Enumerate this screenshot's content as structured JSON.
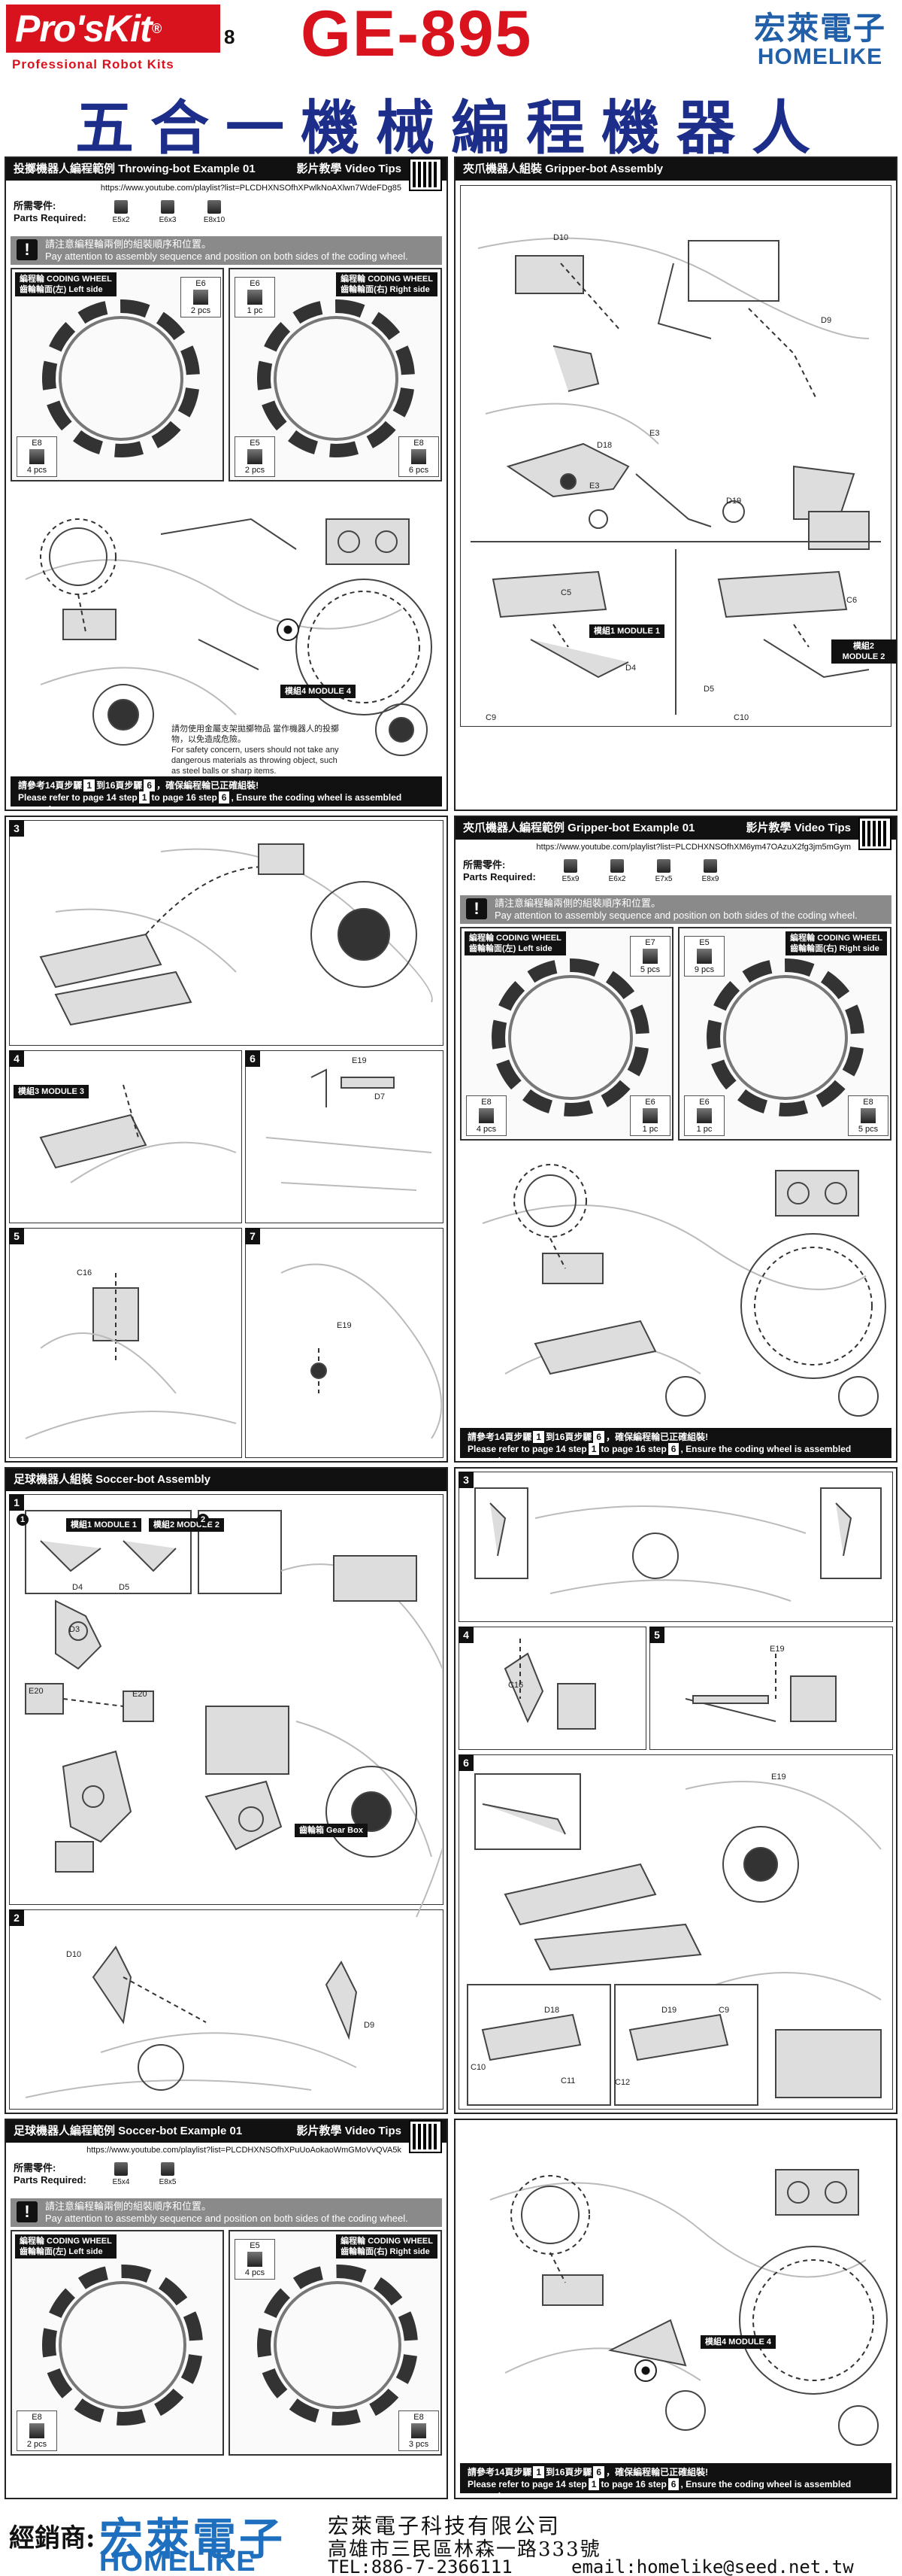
{
  "header": {
    "brand": "Pro'sKit",
    "brand_reg": "®",
    "brand_num": "8",
    "brand_sub": "Professional Robot Kits",
    "model": "GE-895",
    "homelike_cn": "宏萊電子",
    "homelike_en": "HOMELIKE",
    "title": "五合一機械編程機器人"
  },
  "common": {
    "parts_label_cn": "所需零件:",
    "parts_label_en": "Parts Required:",
    "notice_cn": "請注意編程輪兩側的組裝順序和位置。",
    "notice_en": "Pay attention to assembly sequence and position on both sides of the coding wheel.",
    "coding_wheel": "編程輪 CODING WHEEL",
    "left_side": "齒輪輪面(左) Left side",
    "right_side": "齒輪輪面(右) Right side",
    "footer_cn_a": "請參考14頁步驟",
    "footer_cn_b": "到16頁步驟",
    "footer_cn_c": "，確保編程輪已正確組裝!",
    "footer_en_a": "Please refer to page 14 step",
    "footer_en_b": "to page 16 step",
    "footer_en_c": ", Ensure the coding wheel is assembled correctly.",
    "step_a": "1",
    "step_b": "6"
  },
  "throwing": {
    "title": "投擲機器人編程範例 Throwing-bot Example 01",
    "video": "影片教學 Video Tips",
    "url": "https://www.youtube.com/playlist?list=PLCDHXNSOfhXPwlkNoAXlwn7WdeFDg85",
    "parts": [
      "E5x2",
      "E6x3",
      "E8x10"
    ],
    "left_chips": [
      {
        "id": "E6",
        "qty": "2 pcs"
      },
      {
        "id": "E8",
        "qty": "4 pcs"
      }
    ],
    "right_chips": [
      {
        "id": "E6",
        "qty": "1 pc"
      },
      {
        "id": "E5",
        "qty": "2 pcs"
      },
      {
        "id": "E8",
        "qty": "6 pcs"
      }
    ],
    "module": "模組4 MODULE 4",
    "warn_cn": "請勿使用金屬支架拋擲物品 當作機器人的投擲物，以免造成危險。",
    "warn_en": "For safety concern, users should not take any dangerous materials as throwing object, such as steel balls or sharp items."
  },
  "gripper_assembly": {
    "title": "夾爪機器人組裝 Gripper-bot Assembly",
    "labels": [
      "D10",
      "D9",
      "D18",
      "E3",
      "E3",
      "D19",
      "C5",
      "C6",
      "D4",
      "D5",
      "C9",
      "C10"
    ],
    "module1": "模組1 MODULE 1",
    "module2": "模組2 MODULE 2"
  },
  "steps_3_7": {
    "s3": "3",
    "s4": "4",
    "s5": "5",
    "s6": "6",
    "s7": "7",
    "module3": "模組3 MODULE 3",
    "labels": [
      "E19",
      "D7",
      "C16",
      "E19"
    ]
  },
  "gripper_example": {
    "title": "夾爪機器人編程範例 Gripper-bot Example 01",
    "video": "影片教學 Video Tips",
    "url": "https://www.youtube.com/playlist?list=PLCDHXNSOfhXM6ym47OAzuX2fg3jm5mGym",
    "parts": [
      "E5x9",
      "E6x2",
      "E7x5",
      "E8x9"
    ],
    "left_chips": [
      {
        "id": "E7",
        "qty": "5 pcs"
      },
      {
        "id": "E6",
        "qty": "1 pc"
      },
      {
        "id": "E8",
        "qty": "4 pcs"
      }
    ],
    "right_chips": [
      {
        "id": "E5",
        "qty": "9 pcs"
      },
      {
        "id": "E6",
        "qty": "1 pc"
      },
      {
        "id": "E8",
        "qty": "5 pcs"
      }
    ]
  },
  "soccer_assembly": {
    "title": "足球機器人組裝 Soccer-bot Assembly",
    "s1": "1",
    "s2": "2",
    "s3": "3",
    "s4": "4",
    "s5": "5",
    "s6": "6",
    "module1": "模組1 MODULE 1",
    "module2": "模組2 MODULE 2",
    "gearbox": "齒輪箱 Gear Box",
    "labels": [
      "D4",
      "D5",
      "D3",
      "E20",
      "E20",
      "D10",
      "D9",
      "C16",
      "E19",
      "E19",
      "D18",
      "D19",
      "C9",
      "C10",
      "C11",
      "C12"
    ]
  },
  "soccer_example": {
    "title": "足球機器人編程範例 Soccer-bot Example 01",
    "video": "影片教學 Video Tips",
    "url": "https://www.youtube.com/playlist?list=PLCDHXNSOfhXPuUoAokaoWmGMoVvQVA5k",
    "parts": [
      "E5x4",
      "E8x5"
    ],
    "left_chips": [
      {
        "id": "E8",
        "qty": "2 pcs"
      }
    ],
    "right_chips": [
      {
        "id": "E5",
        "qty": "4 pcs"
      },
      {
        "id": "E8",
        "qty": "3 pcs"
      }
    ],
    "module": "模組4 MODULE 4"
  },
  "distributor": {
    "label": "經銷商:",
    "cn": "宏萊電子",
    "en": "HOMELIKE",
    "company": "宏萊電子科技有限公司",
    "address": "高雄市三民區林森一路333號",
    "tel": "TEL:886-7-2366111",
    "email": "email:homelike@seed.net.tw"
  }
}
